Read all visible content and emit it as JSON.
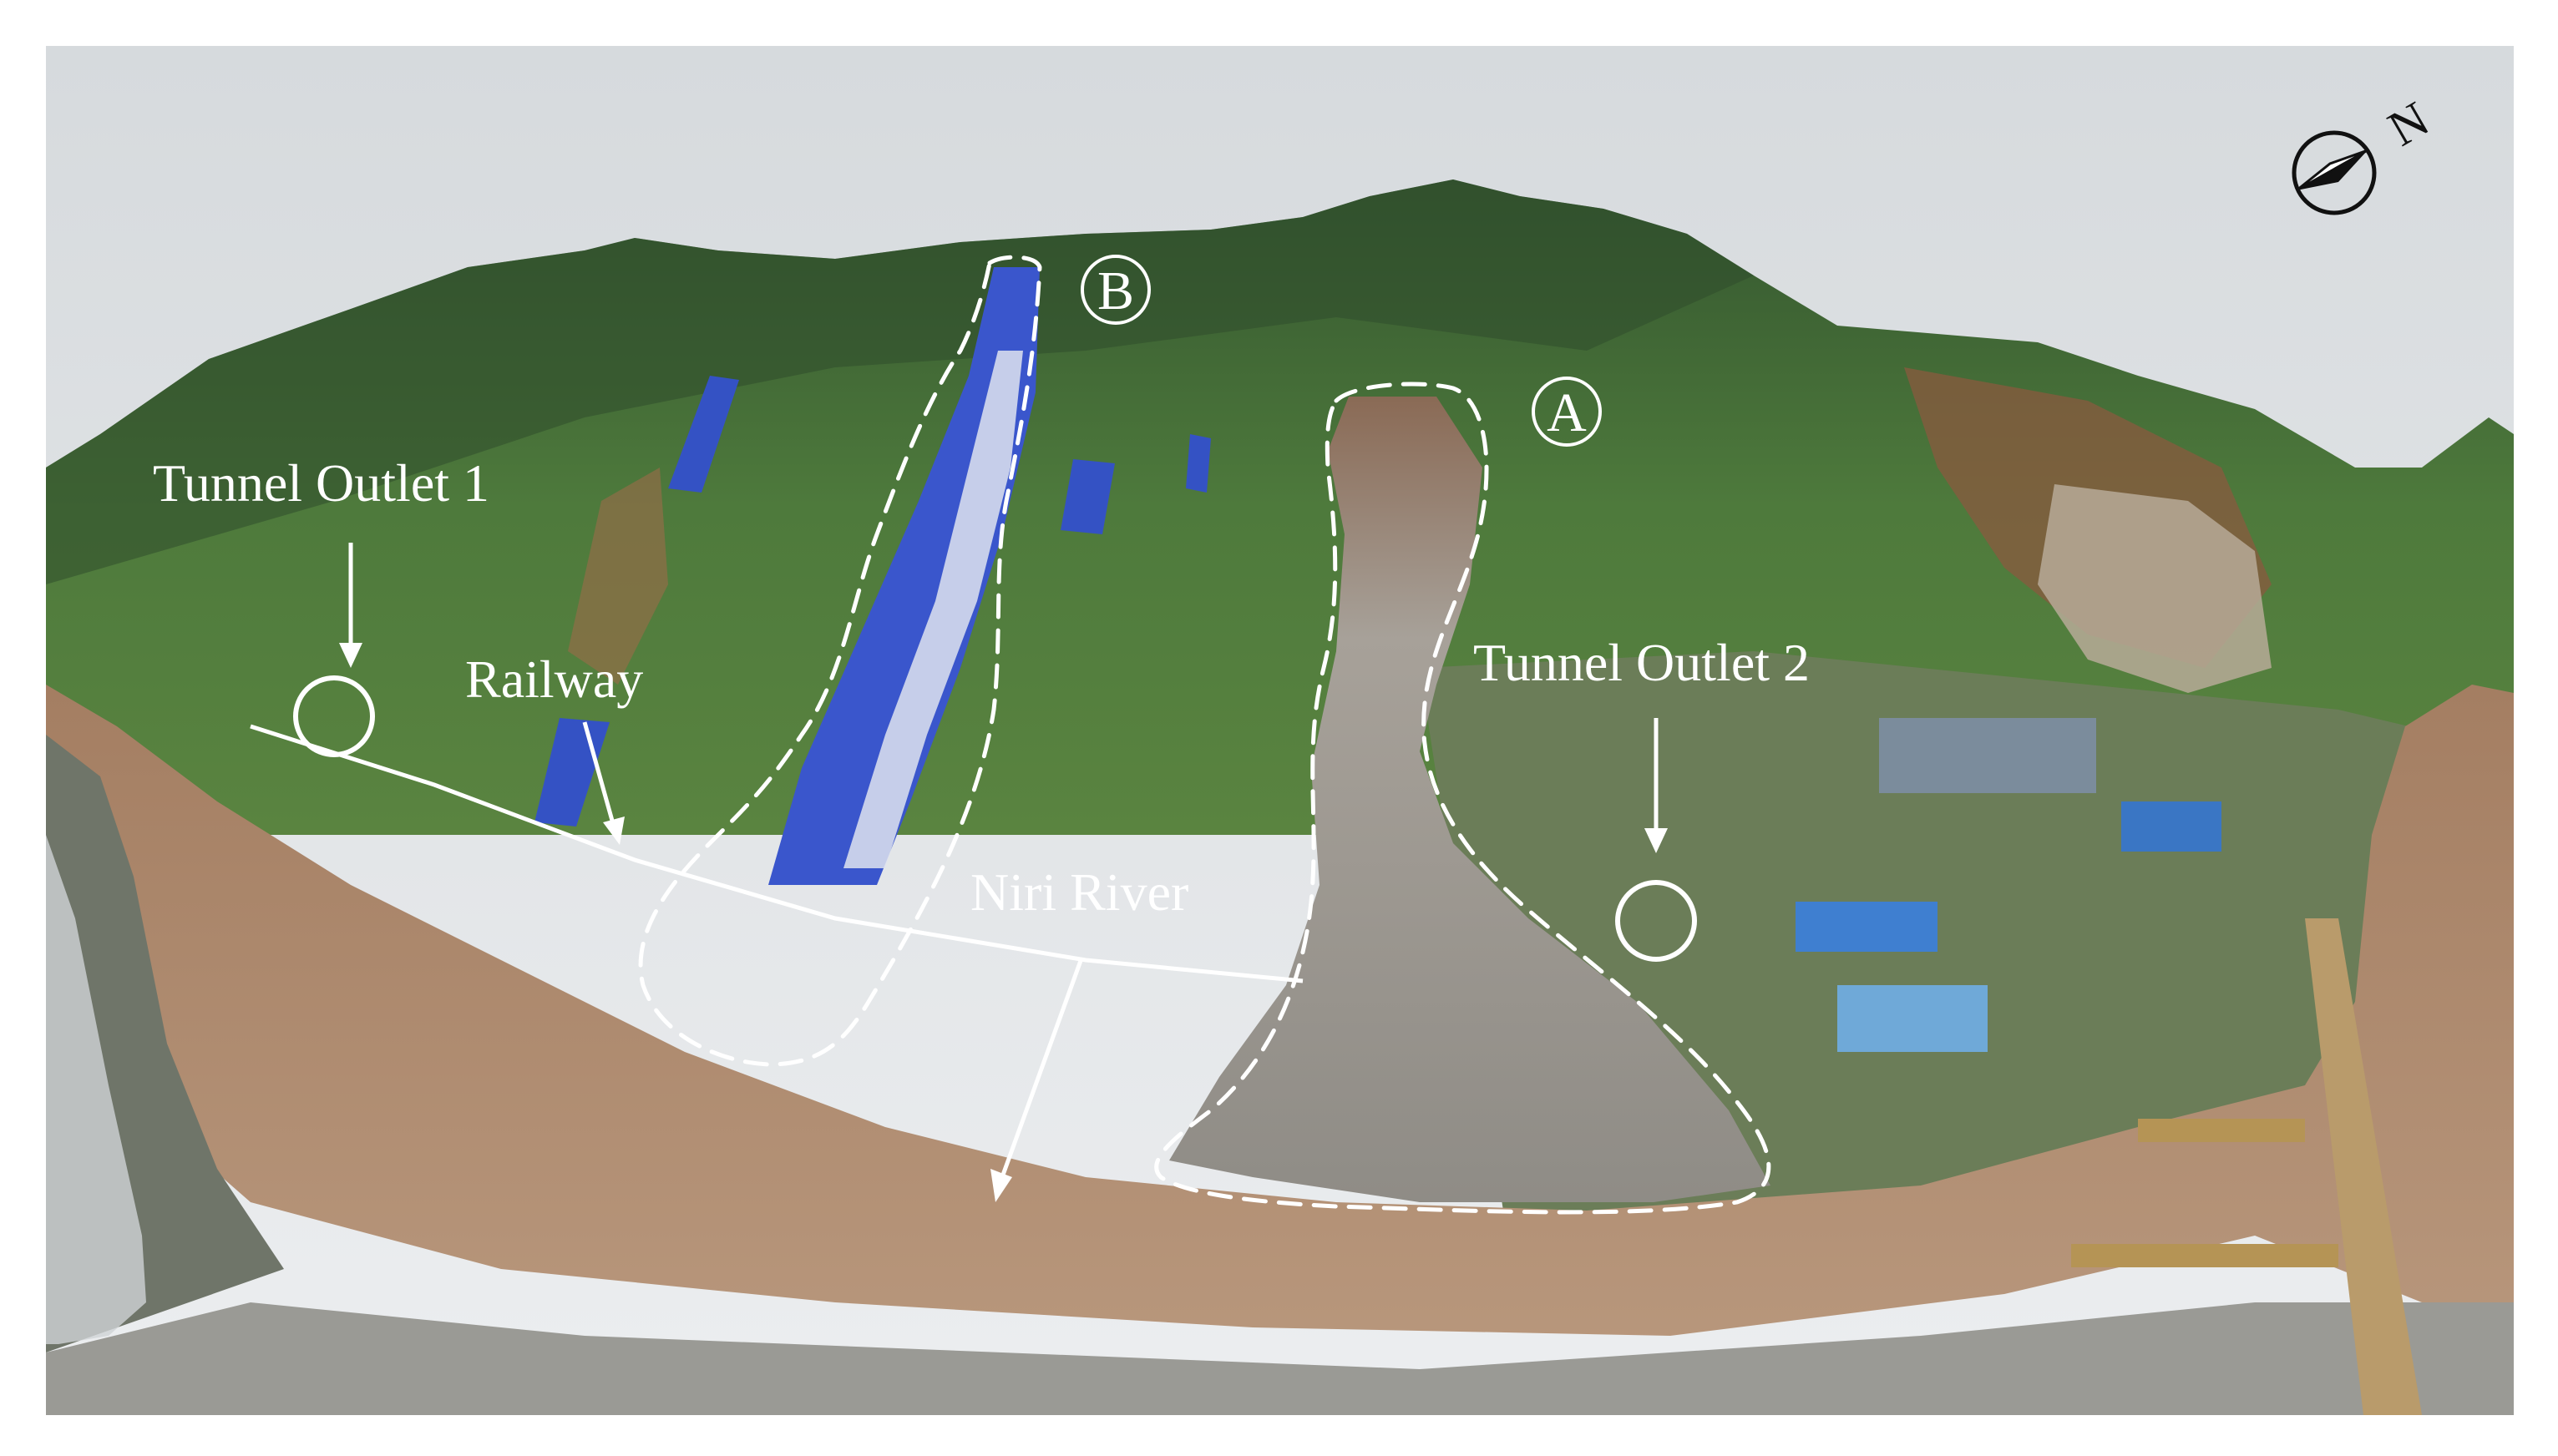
{
  "labels": {
    "tunnel_outlet_1": "Tunnel Outlet 1",
    "tunnel_outlet_2": "Tunnel Outlet 2",
    "railway": "Railway",
    "niri_river": "Niri River",
    "zone_a": "A",
    "zone_b": "B",
    "north": "N"
  },
  "colors": {
    "sky": "#dfe2e4",
    "mountain": "#3f6a3a",
    "mountain_dark": "#2c4a2a",
    "river": "#a98468",
    "debris": "#9a958c",
    "blue_cover": "#3552c8",
    "annotation": "#ffffff"
  }
}
